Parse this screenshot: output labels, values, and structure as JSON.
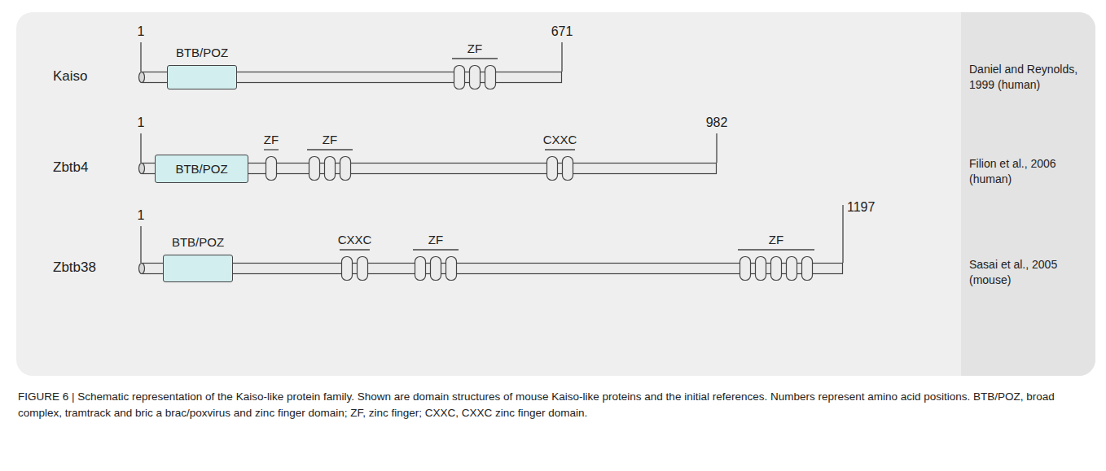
{
  "diagram": {
    "caption": "FIGURE 6 | Schematic representation of the Kaiso-like protein family. Shown are domain structures of mouse Kaiso-like proteins and the initial references. Numbers represent amino acid positions. BTB/POZ, broad complex, tramtrack and bric a brac/poxvirus and zinc finger domain; ZF, zinc finger; CXXC, CXXC zinc finger domain.",
    "nodes": [
      {
        "text": [
          "Kaiso"
        ]
      },
      {
        "text": [
          "BTB/POZ"
        ],
        "in": 0
      },
      {
        "text": [
          "ZF"
        ],
        "in": 0
      },
      {
        "text": [
          "Zbtb4"
        ]
      },
      {
        "text": [
          "BTB/POZ"
        ],
        "in": 3
      },
      {
        "text": [
          "ZF"
        ],
        "in": 3
      },
      {
        "text": [
          "ZF"
        ],
        "in": 3
      },
      {
        "text": [
          "CXXC"
        ],
        "in": 3
      },
      {
        "text": [
          "Zbtb38"
        ]
      },
      {
        "text": [
          "BTB/POZ"
        ],
        "in": 8
      },
      {
        "text": [
          "CXXC"
        ],
        "in": 8
      },
      {
        "text": [
          "ZF"
        ],
        "in": 8
      },
      {
        "text": [
          "ZF"
        ],
        "in": 8
      },
      {
        "text": [
          "Daniel and Reynolds, 1999 (human)",
          "Filion et al., 2006 (human)",
          "Sasai et al., 2005 (mouse)"
        ]
      }
    ],
    "labels": [
      "1",
      "671",
      "1",
      "982",
      "1",
      "1197"
    ]
  }
}
